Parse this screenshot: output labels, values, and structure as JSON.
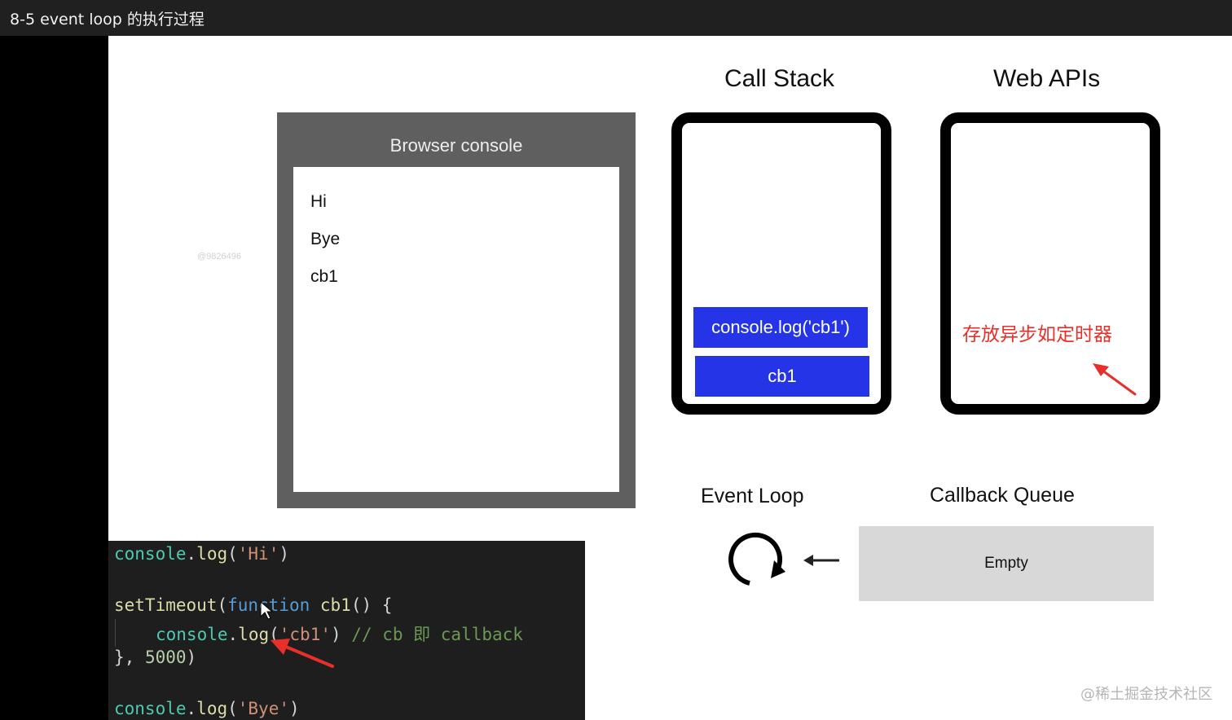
{
  "window": {
    "title": "8-5 event loop 的执行过程"
  },
  "watermark": {
    "small": "@9826496",
    "site": "@稀土掘金技术社区"
  },
  "browser_console": {
    "title": "Browser console",
    "lines": [
      "Hi",
      "Bye",
      "cb1"
    ]
  },
  "call_stack": {
    "title": "Call Stack",
    "items": [
      "console.log('cb1')",
      "cb1"
    ]
  },
  "web_apis": {
    "title": "Web APIs",
    "note": "存放异步如定时器"
  },
  "event_loop": {
    "label": "Event Loop"
  },
  "callback_queue": {
    "label": "Callback Queue",
    "content": "Empty"
  },
  "code": {
    "l1": {
      "obj": "console",
      "dot": ".",
      "fn": "log",
      "p1": "(",
      "str": "'Hi'",
      "p2": ")"
    },
    "l2": {
      "fn": "setTimeout",
      "p1": "(",
      "kw": "function",
      "name": " cb1",
      "rest": "() {"
    },
    "l3": {
      "obj": "console",
      "dot": ".",
      "fn": "log",
      "p1": "(",
      "str": "'cb1'",
      "p2": ")",
      "comment": " // cb 即 callback"
    },
    "l4": {
      "a": "}, ",
      "num": "5000",
      "b": ")"
    },
    "l5": {
      "obj": "console",
      "dot": ".",
      "fn": "log",
      "p1": "(",
      "str": "'Bye'",
      "p2": ")"
    }
  },
  "colors": {
    "stack_item": "#2534e6",
    "annotation_red": "#e8302a",
    "console_frame": "#5f5f5f",
    "queue_bg": "#d8d8d8",
    "code_bg": "#1e1e1e"
  }
}
